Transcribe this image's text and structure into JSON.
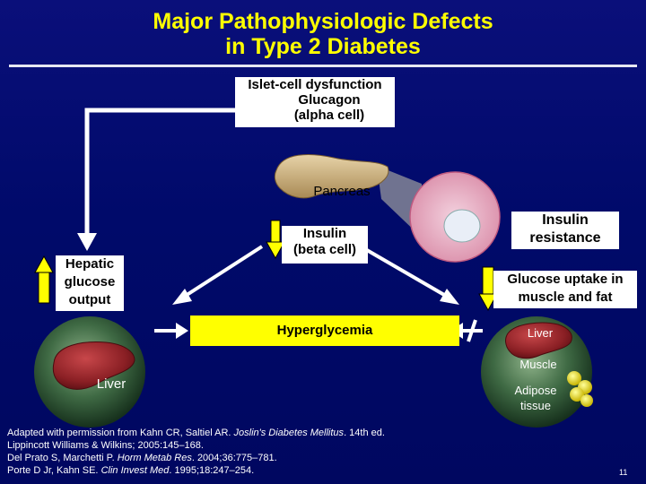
{
  "title": {
    "line1": "Major Pathophysiologic Defects",
    "line2": "in Type 2 Diabetes"
  },
  "islet": {
    "heading": "Islet-cell dysfunction",
    "glucagon_line1": "Glucagon",
    "glucagon_line2": "(alpha cell)",
    "pancreas": "Pancreas",
    "insulin_line1": "Insulin",
    "insulin_line2": "(beta cell)"
  },
  "hepatic": {
    "line1": "Hepatic",
    "line2": "glucose",
    "line3": "output",
    "liver": "Liver"
  },
  "resistance": {
    "heading_line1": "Insulin",
    "heading_line2": "resistance",
    "uptake_line1": "Glucose uptake in",
    "uptake_line2": "muscle and fat",
    "liver": "Liver",
    "muscle": "Muscle",
    "adipose_line1": "Adipose",
    "adipose_line2": "tissue"
  },
  "center": {
    "hyperglycemia": "Hyperglycemia"
  },
  "references": {
    "r1_pre": "Adapted with permission from Kahn CR, Saltiel AR. ",
    "r1_ital": "Joslin's Diabetes Mellitus",
    "r1_post": ". 14th ed.",
    "r2": "Lippincott Williams & Wilkins; 2005:145–168.",
    "r3_pre": "Del Prato S, Marchetti P. ",
    "r3_ital": "Horm Metab Res",
    "r3_post": ". 2004;36:775–781.",
    "r4_pre": "Porte D Jr, Kahn SE. ",
    "r4_ital": "Clin Invest Med",
    "r4_post": ". 1995;18:247–254."
  },
  "page_number": "11",
  "colors": {
    "background": "#000a6a",
    "title": "#ffff00",
    "yellow_box": "#ffff00",
    "white_box": "#ffffff",
    "arrow_fill": "#ffff00",
    "connector": "#ffffff"
  }
}
